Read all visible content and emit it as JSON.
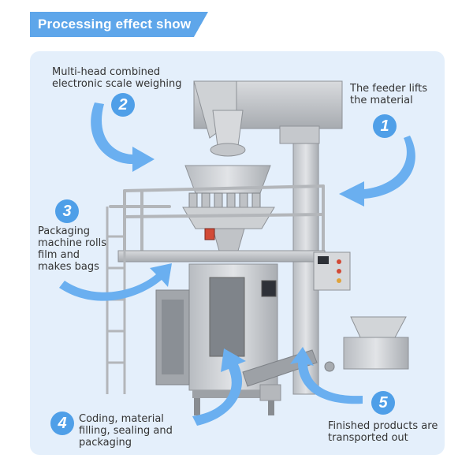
{
  "header": {
    "title": "Processing effect show"
  },
  "steps": [
    {
      "number": "1",
      "label": "The feeder lifts the material"
    },
    {
      "number": "2",
      "label": "Multi-head combined electronic scale weighing"
    },
    {
      "number": "3",
      "label": "Packaging machine rolls film and makes bags"
    },
    {
      "number": "4",
      "label": "Coding, material filling, sealing and packaging"
    },
    {
      "number": "5",
      "label": "Finished products are transported out"
    }
  ],
  "colors": {
    "accent": "#5ea6ea",
    "panel": "#e4effb",
    "arrow": "#6aaff0",
    "steel": "#c9ccd0"
  }
}
